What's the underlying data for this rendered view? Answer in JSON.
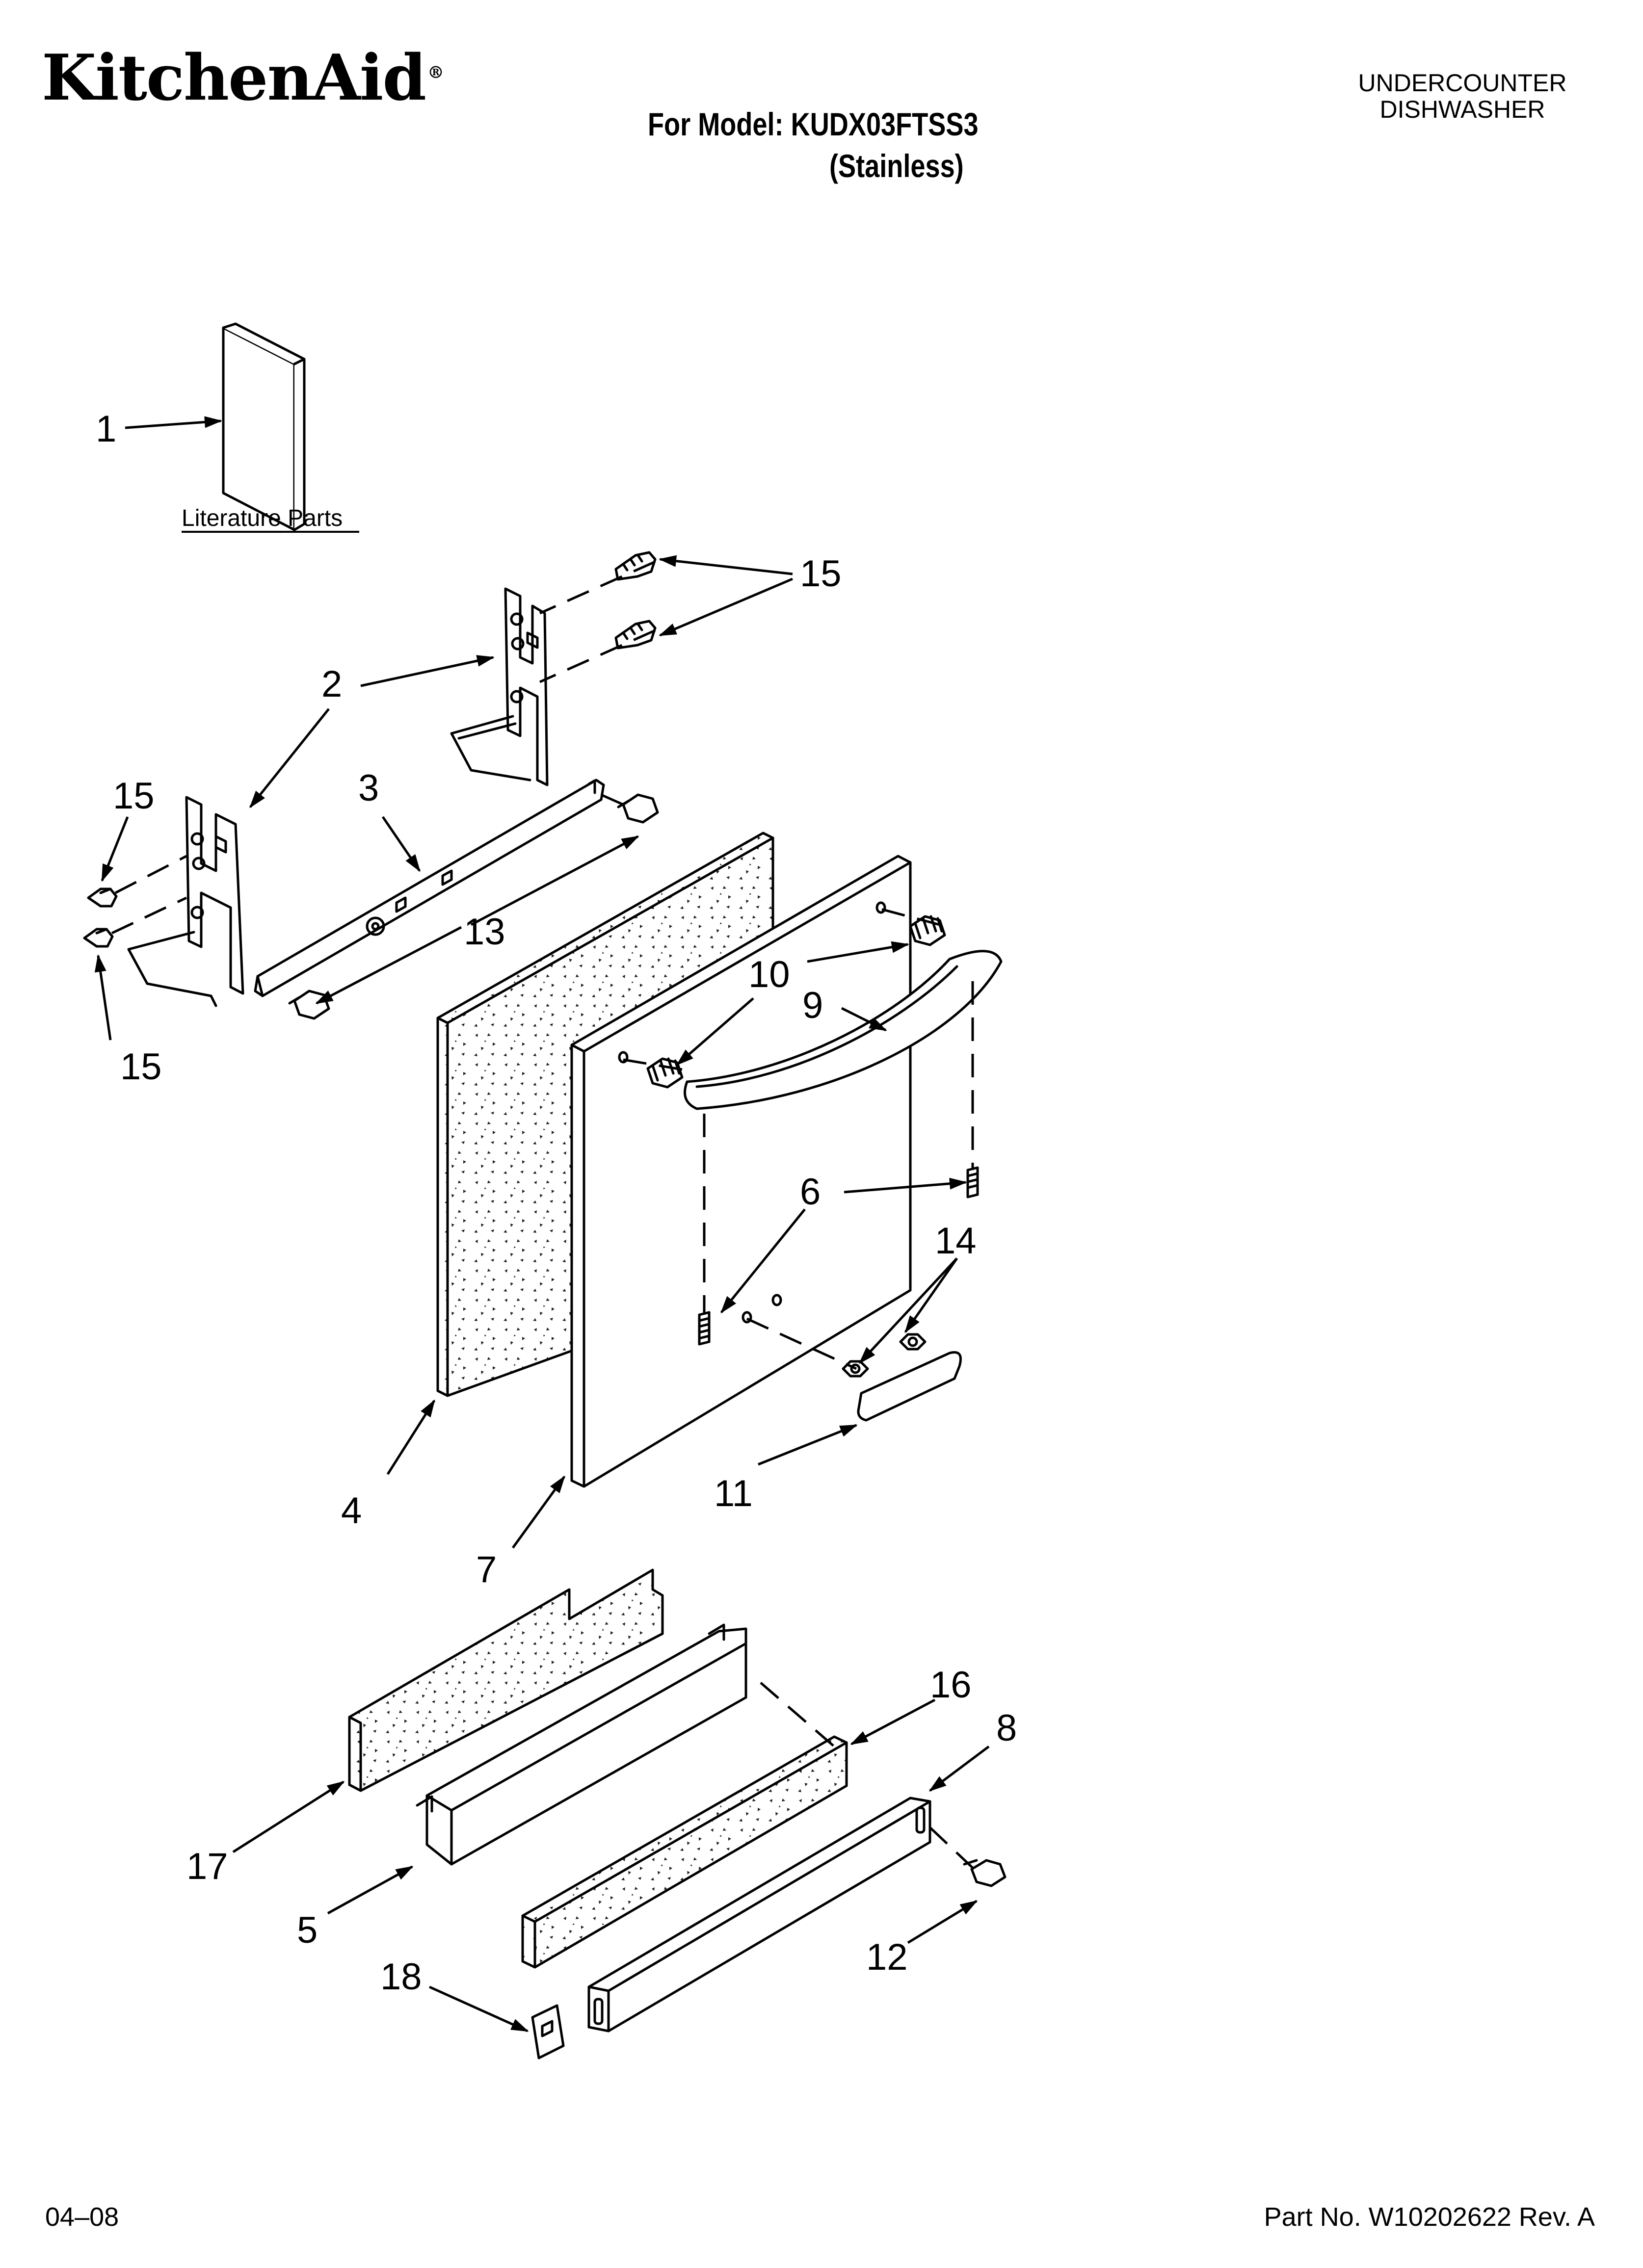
{
  "header": {
    "brand": "KitchenAid",
    "brand_mark": "®",
    "model_line": "For Model: KUDX03FTSS3",
    "variant": "(Stainless)",
    "product_line1": "UNDERCOUNTER",
    "product_line2": "DISHWASHER"
  },
  "literature_label": "Literature Parts",
  "callouts": {
    "c1": "1",
    "c2": "2",
    "c3": "3",
    "c4": "4",
    "c5": "5",
    "c6": "6",
    "c7": "7",
    "c8": "8",
    "c9": "9",
    "c10": "10",
    "c11": "11",
    "c12": "12",
    "c13": "13",
    "c14": "14",
    "c15a": "15",
    "c15b": "15",
    "c15c": "15",
    "c16": "16",
    "c17": "17",
    "c18": "18"
  },
  "footer": {
    "date_code": "04–08",
    "part_number": "Part No. W10202622 Rev. A"
  }
}
